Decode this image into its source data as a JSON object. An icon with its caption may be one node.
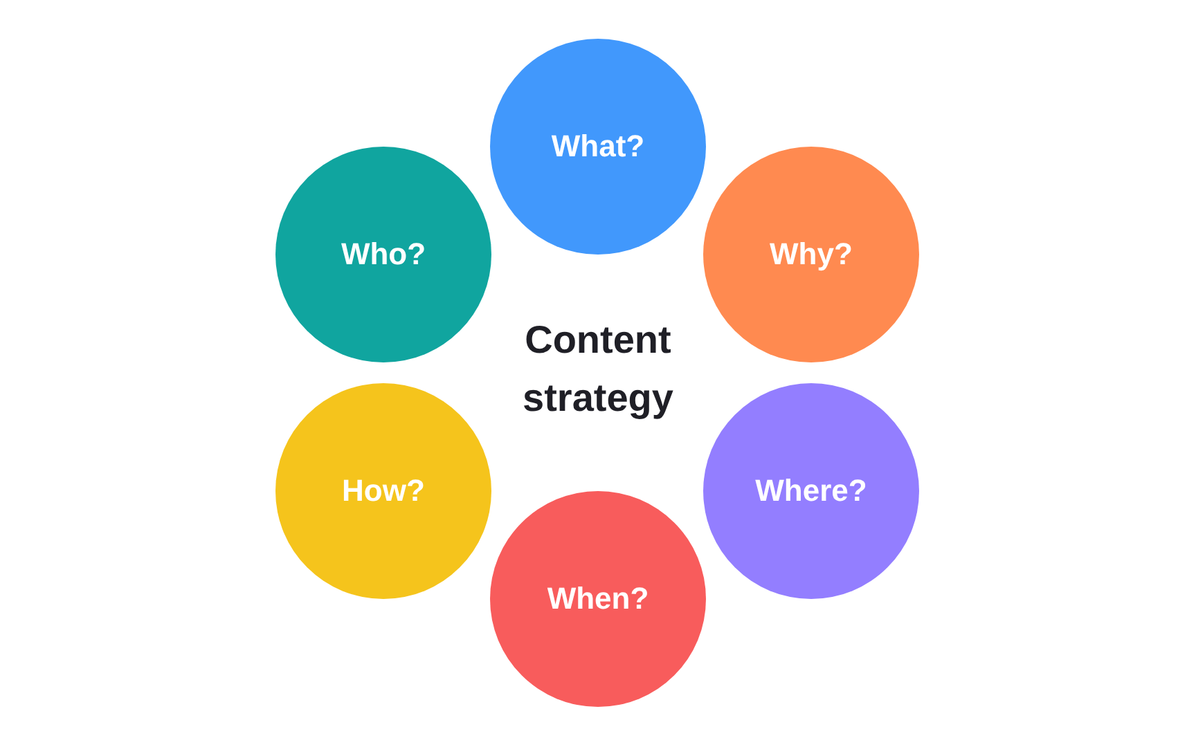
{
  "diagram": {
    "nodes": [
      {
        "text": [
          "What?"
        ]
      },
      {
        "text": [
          "Why?"
        ]
      },
      {
        "text": [
          "Where?"
        ]
      },
      {
        "text": [
          "When?"
        ]
      },
      {
        "text": [
          "How?"
        ]
      },
      {
        "text": [
          "Who?"
        ]
      }
    ],
    "labels": [
      "Content strategy"
    ]
  }
}
